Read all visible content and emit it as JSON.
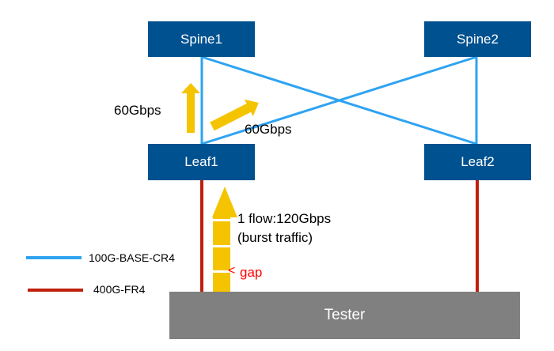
{
  "diagram": {
    "nodes": {
      "spine1": "Spine1",
      "spine2": "Spine2",
      "leaf1": "Leaf1",
      "leaf2": "Leaf2",
      "tester": "Tester"
    },
    "annotations": {
      "uplink_vertical_rate": "60Gbps",
      "uplink_cross_rate": "60Gbps",
      "flow_line1": "1 flow:120Gbps",
      "flow_line2": "(burst traffic)",
      "gap_marker": "<",
      "gap_label": "gap"
    },
    "legend": [
      {
        "label": "100G-BASE-CR4",
        "color": "#2ea3f2"
      },
      {
        "label": "400G-FR4",
        "color": "#c0200d"
      }
    ],
    "colors": {
      "node_fill": "#00518f",
      "tester_fill": "#808080",
      "link_100g": "#2ea3f2",
      "link_400g": "#c0200d",
      "traffic_arrow": "#f5c400",
      "gap_text": "#ff0000"
    }
  }
}
